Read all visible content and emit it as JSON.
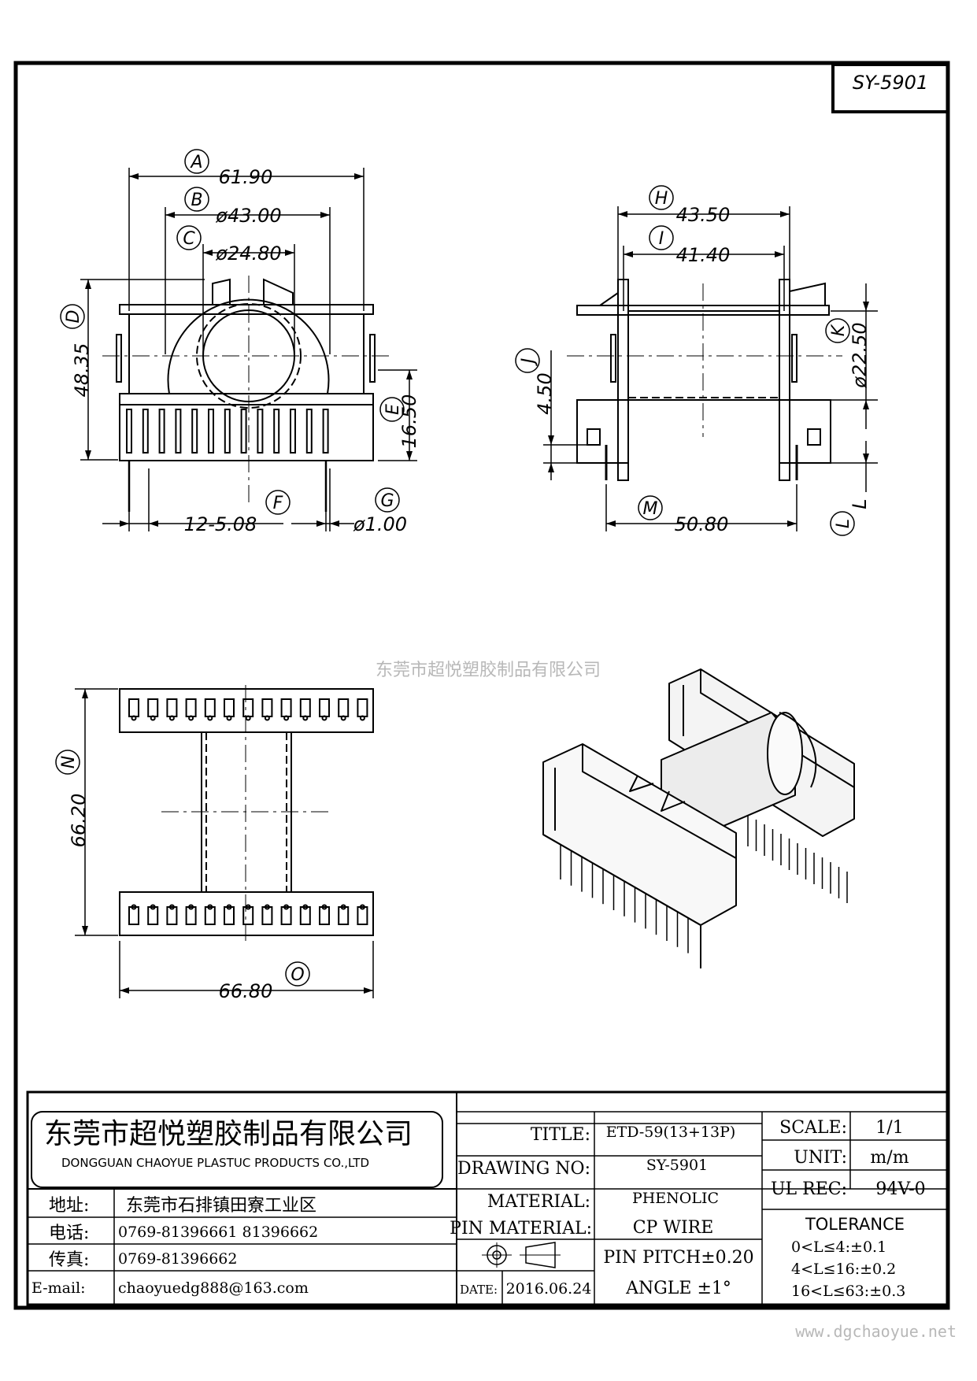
{
  "part_code": "SY-5901",
  "watermark": "东莞市超悦塑胶制品有限公司",
  "website": "www.dgchaoyue.net",
  "dims": {
    "A": {
      "tag": "A",
      "value": "61.90"
    },
    "B": {
      "tag": "B",
      "value": "ø43.00"
    },
    "C": {
      "tag": "C",
      "value": "ø24.80"
    },
    "D": {
      "tag": "D",
      "value": "48.35"
    },
    "E": {
      "tag": "E",
      "value": "16.50"
    },
    "F": {
      "tag": "F",
      "value": "12-5.08"
    },
    "G": {
      "tag": "G",
      "value": "ø1.00"
    },
    "H": {
      "tag": "H",
      "value": "43.50"
    },
    "I": {
      "tag": "I",
      "value": "41.40"
    },
    "J": {
      "tag": "J",
      "value": "4.50"
    },
    "K": {
      "tag": "K",
      "value": "ø22.50"
    },
    "L": {
      "tag": "L",
      "value": "L"
    },
    "M": {
      "tag": "M",
      "value": "50.80"
    },
    "N": {
      "tag": "N",
      "value": "66.20"
    },
    "O": {
      "tag": "O",
      "value": "66.80"
    }
  },
  "titleblock": {
    "company_cn": "东莞市超悦塑胶制品有限公司",
    "company_en": "DONGGUAN CHAOYUE PLASTUC PRODUCTS CO.,LTD",
    "address_label": "地址:",
    "address": "东莞市石排镇田寮工业区",
    "phone_label": "电话:",
    "phone": "0769-81396661   81396662",
    "fax_label": "传真:",
    "fax": "0769-81396662",
    "email_label": "E-mail:",
    "email": "chaoyuedg888@163.com",
    "title_label": "TITLE:",
    "title": "ETD-59(13+13P)",
    "drawing_no_label": "DRAWING NO:",
    "drawing_no": "SY-5901",
    "material_label": "MATERIAL:",
    "material": "PHENOLIC",
    "pin_material_label": "PIN MATERIAL:",
    "pin_material": "CP WIRE",
    "pin_pitch": "PIN PITCH±0.20",
    "angle": "ANGLE  ±1°",
    "date_label": "DATE:",
    "date": "2016.06.24",
    "scale_label": "SCALE:",
    "scale": "1/1",
    "unit_label": "UNIT:",
    "unit": "m/m",
    "ul_label": "UL REC:",
    "ul": "94V-0",
    "tolerance_label": "TOLERANCE",
    "tol": [
      "0<L≤4:±0.1",
      "4<L≤16:±0.2",
      "16<L≤63:±0.3"
    ]
  }
}
